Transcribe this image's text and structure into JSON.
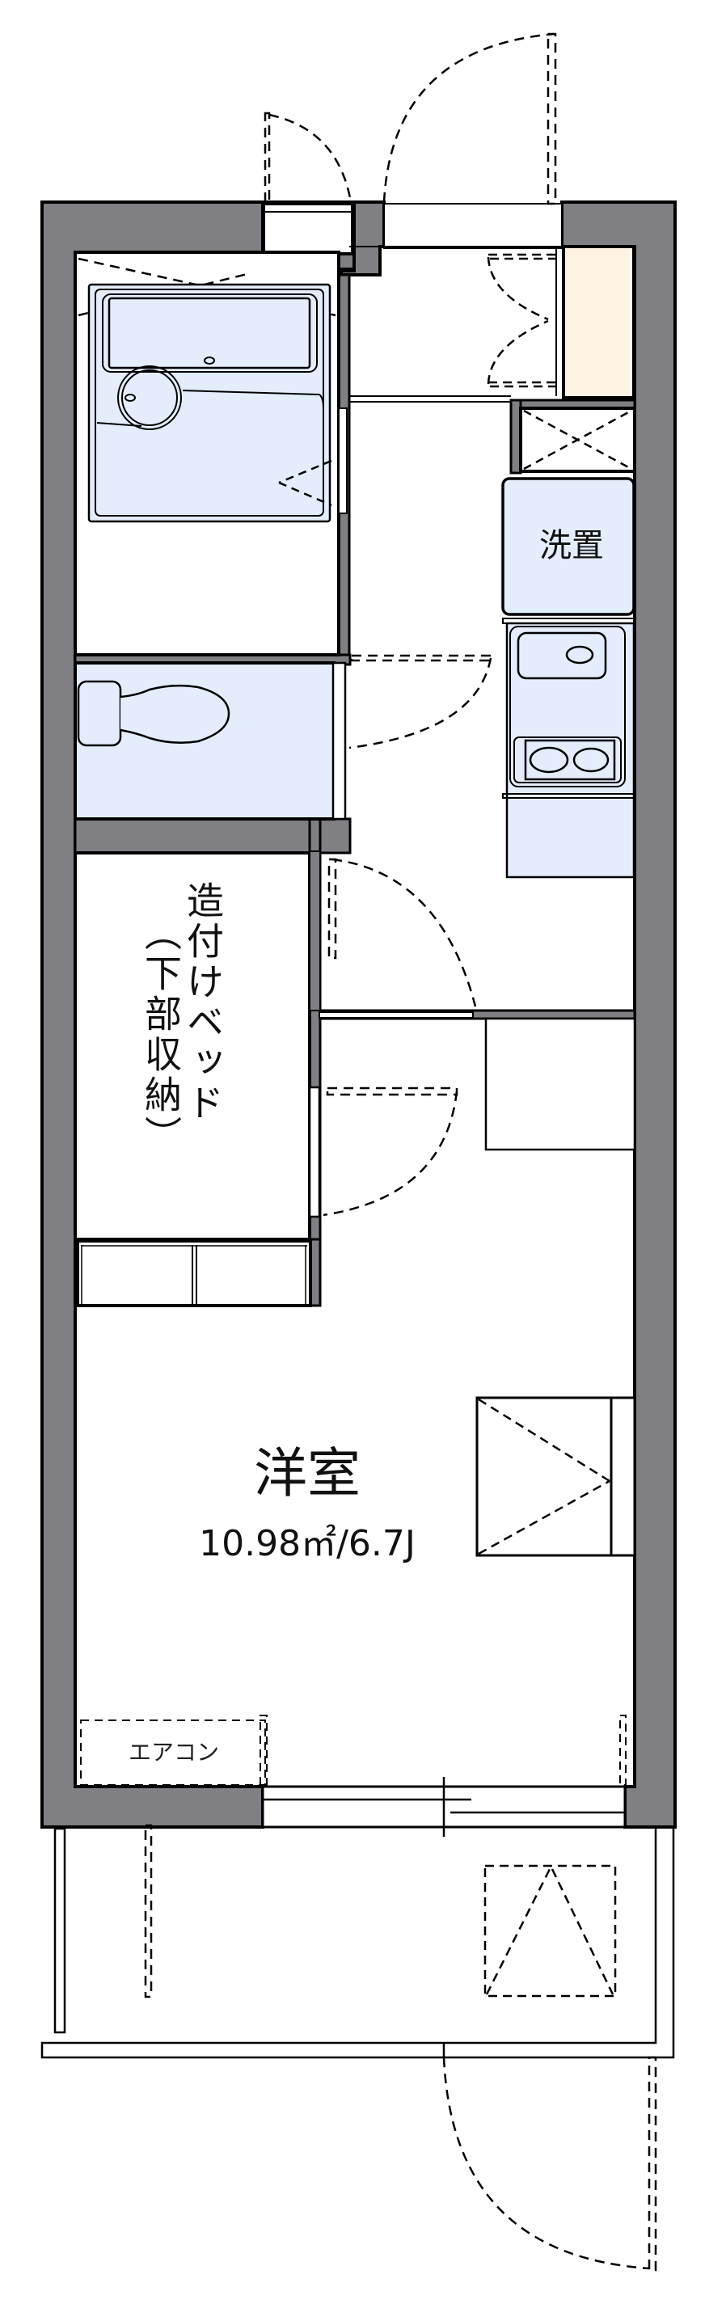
{
  "floorplan": {
    "colors": {
      "wall": "#807f84",
      "fixture_fill": "#e3edfb",
      "shoe_cabinet": "#fff4e3",
      "line": "#000000",
      "floor": "#ffffff"
    },
    "rooms": {
      "main_room": {
        "name": "洋室",
        "area": "10.98㎡/6.7J"
      },
      "washing_machine_space": {
        "label": "洗置"
      },
      "built_in_bed": {
        "label_line1": "造付けベッド",
        "label_line2": "（下部収納）"
      },
      "air_conditioner": {
        "label": "エアコン"
      }
    },
    "fixtures": [
      "unit-bath",
      "toilet",
      "kitchen-sink",
      "two-burner-stove",
      "shoe-cabinet",
      "storage-closet",
      "balcony"
    ]
  }
}
